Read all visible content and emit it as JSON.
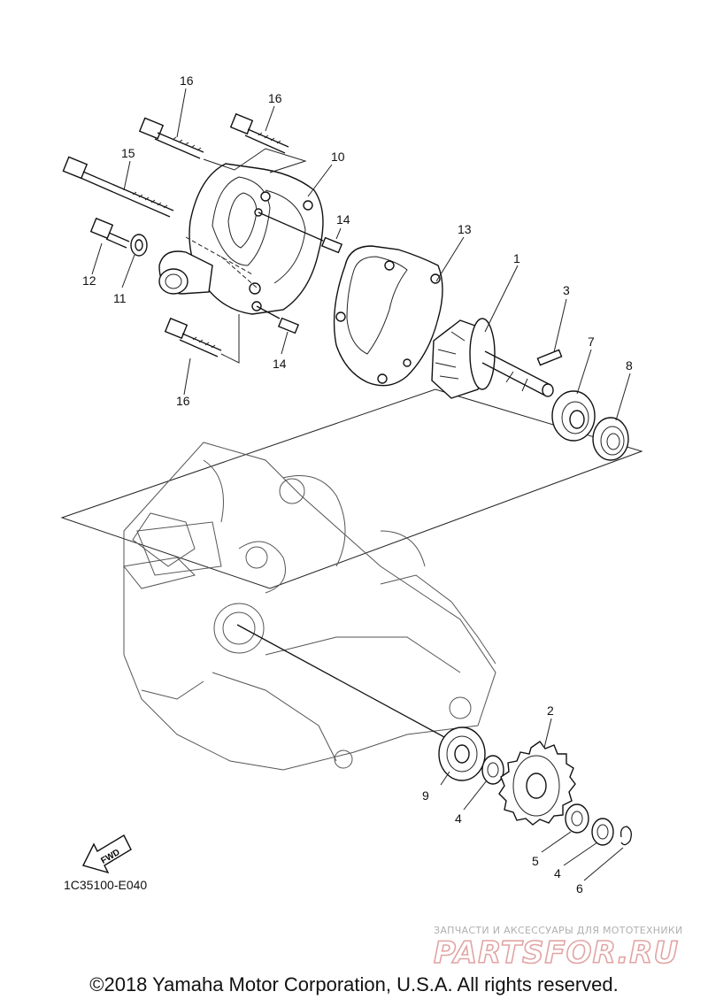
{
  "callouts": {
    "c1": "1",
    "c2": "2",
    "c3": "3",
    "c4a": "4",
    "c4b": "4",
    "c5": "5",
    "c6": "6",
    "c7": "7",
    "c8": "8",
    "c9": "9",
    "c10": "10",
    "c11": "11",
    "c12": "12",
    "c13": "13",
    "c14a": "14",
    "c14b": "14",
    "c15": "15",
    "c16a": "16",
    "c16b": "16",
    "c16c": "16"
  },
  "fwd_label": "FWD",
  "diagram_code": "1C35100-E040",
  "copyright": "©2018 Yamaha Motor Corporation, U.S.A. All rights reserved.",
  "watermark": {
    "tagline": "ЗАПЧАСТИ И АКСЕССУАРЫ ДЛЯ МОТОТЕХНИКИ",
    "brand": "PARTSFOR.RU"
  }
}
